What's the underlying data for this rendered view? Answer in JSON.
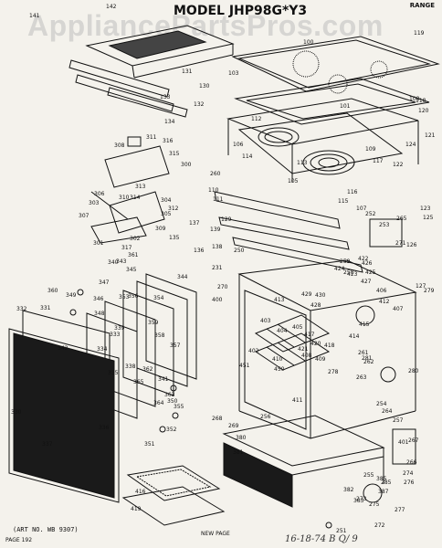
{
  "header": {
    "watermark": "AppliancePartsPros.com",
    "model": "MODEL JHP98G*Y3",
    "category": "RANGE"
  },
  "footer": {
    "art_no": "(ART NO. WB 9307)",
    "new_page": "NEW PAGE",
    "page": "PAGE 192",
    "handwritten": "16-18-74 B Q/ 9"
  },
  "labels": [
    "141",
    "142",
    "100",
    "101",
    "103",
    "105",
    "106",
    "107",
    "108",
    "109",
    "110",
    "111",
    "112",
    "113",
    "114",
    "115",
    "116",
    "117",
    "118",
    "119",
    "120",
    "121",
    "122",
    "123",
    "124",
    "125",
    "126",
    "127",
    "129",
    "130",
    "131",
    "132",
    "133",
    "134",
    "135",
    "136",
    "137",
    "138",
    "139",
    "231",
    "250",
    "251",
    "252",
    "253",
    "254",
    "255",
    "256",
    "257",
    "258",
    "259",
    "260",
    "261",
    "262",
    "263",
    "264",
    "265",
    "266",
    "267",
    "268",
    "269",
    "270",
    "271",
    "272",
    "273",
    "274",
    "275",
    "276",
    "277",
    "278",
    "279",
    "280",
    "281",
    "285",
    "300",
    "301",
    "302",
    "303",
    "304",
    "305",
    "306",
    "307",
    "308",
    "309",
    "310",
    "311",
    "312",
    "313",
    "314",
    "315",
    "316",
    "317",
    "330",
    "331",
    "332",
    "333",
    "334",
    "335",
    "336",
    "337",
    "338",
    "339",
    "340",
    "341",
    "342",
    "343",
    "344",
    "345",
    "346",
    "347",
    "348",
    "349",
    "350",
    "351",
    "352",
    "353",
    "354",
    "355",
    "356",
    "357",
    "358",
    "359",
    "360",
    "361",
    "362",
    "363",
    "364",
    "365",
    "380",
    "381",
    "382",
    "383",
    "385",
    "387",
    "400",
    "401",
    "402",
    "403",
    "404",
    "405",
    "406",
    "407",
    "408",
    "409",
    "410",
    "411",
    "412",
    "413",
    "414",
    "415",
    "416",
    "417",
    "418",
    "419",
    "420",
    "421",
    "422",
    "423",
    "424",
    "425",
    "426",
    "427",
    "428",
    "429",
    "430",
    "450",
    "451"
  ]
}
